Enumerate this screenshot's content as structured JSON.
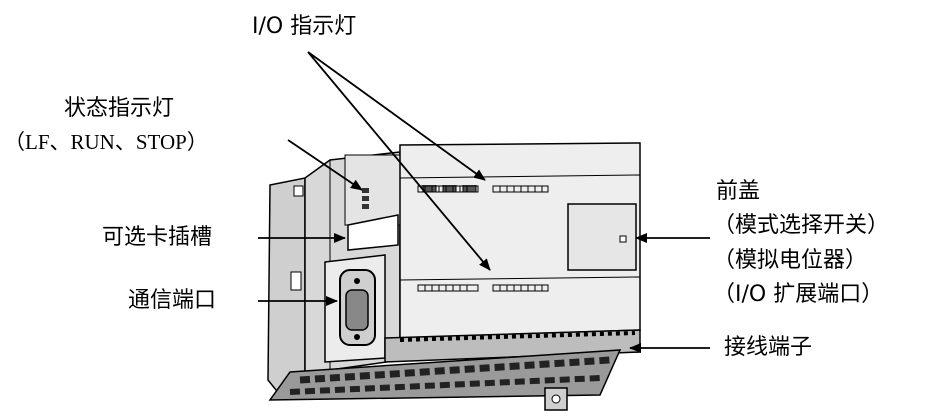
{
  "labels": {
    "io_indicator": "I/O 指示灯",
    "status_indicator": "状态指示灯",
    "status_indicator_sub": "（LF、RUN、STOP）",
    "optional_card_slot": "可选卡插槽",
    "comm_port": "通信端口",
    "front_cover": "前盖",
    "front_cover_item1": "（模式选择开关）",
    "front_cover_item2": "（模拟电位器）",
    "front_cover_item3": "（I/O 扩展端口）",
    "terminal_block": "接线端子"
  }
}
